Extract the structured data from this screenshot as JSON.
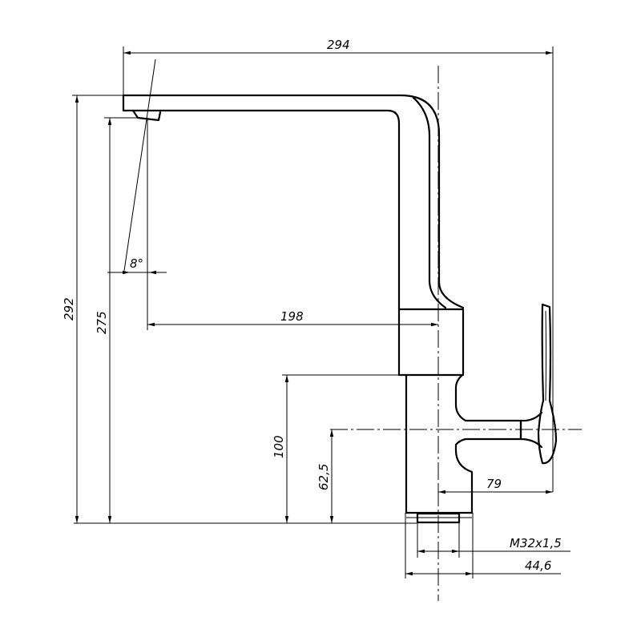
{
  "dimensions": {
    "overall_width": "294",
    "overall_height": "292",
    "spout_height": "275",
    "spout_reach": "198",
    "spout_angle": "8°",
    "body_height": "100",
    "handle_height": "62,5",
    "handle_offset": "79",
    "thread": "M32x1,5",
    "base_diameter": "44,6"
  }
}
